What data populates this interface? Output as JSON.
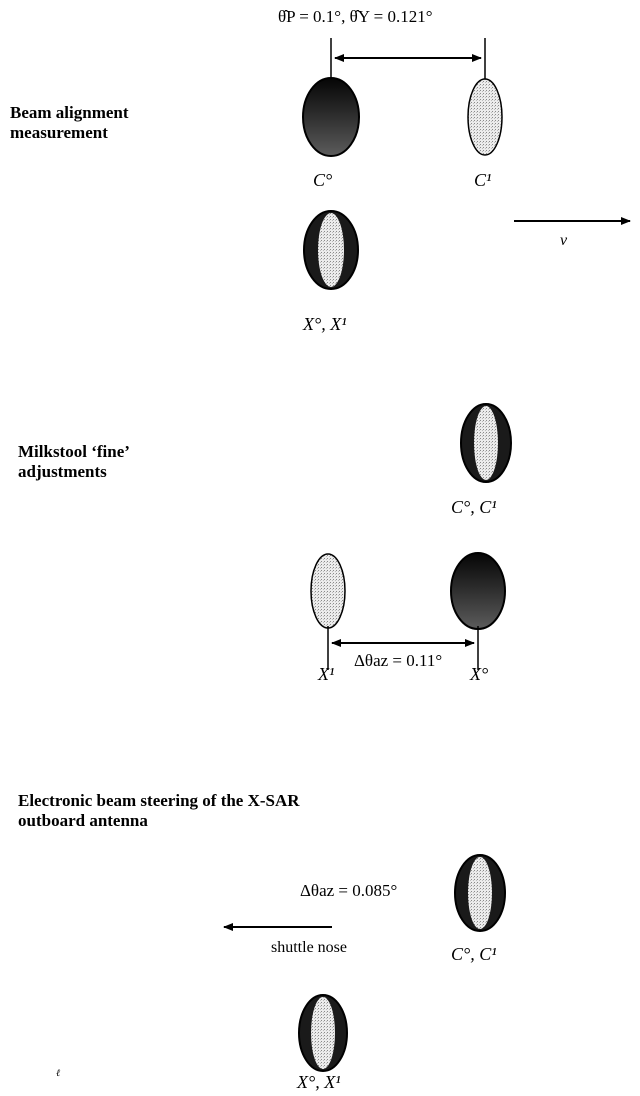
{
  "sections": [
    {
      "title": "Beam alignment measurement",
      "equation": "θ̂P = 0.1°, θ̂Y = 0.121°",
      "labels": [
        "C°",
        "C¹",
        "X°, X¹"
      ],
      "vector_label": "v⃗"
    },
    {
      "title": "Milkstool ‘fine’ adjustments",
      "equation": "Δθaz = 0.11°",
      "labels": [
        "C°, C¹",
        "X¹",
        "X°"
      ]
    },
    {
      "title": "Electronic beam steering of the X-SAR outboard antenna",
      "equation": "Δθaz = 0.085°",
      "direction_label": "shuttle nose",
      "labels": [
        "C°, C¹",
        "X°, X¹"
      ]
    }
  ],
  "stray_mark": "ℓ"
}
